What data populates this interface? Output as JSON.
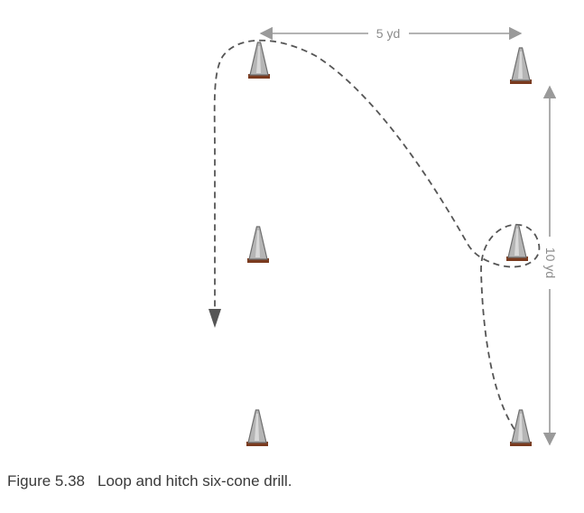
{
  "diagram": {
    "title": "",
    "width_label": "5 yd",
    "height_label": "10 yd",
    "cone_count": 6,
    "colors": {
      "cone_body": "#b5b5b5",
      "cone_outline": "#6e6e6e",
      "cone_base": "#7a3a1e",
      "path": "#555555",
      "dimension": "#9a9a9a"
    },
    "icons": [
      "traffic-cone-icon",
      "arrow-head-icon"
    ]
  },
  "caption": {
    "figure_number": "Figure 5.38",
    "text": "Loop and hitch six-cone drill."
  }
}
